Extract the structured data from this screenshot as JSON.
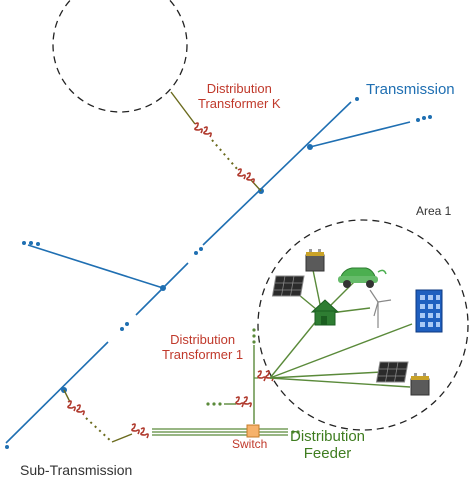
{
  "labels": {
    "transmission": "Transmission",
    "area": "Area 1",
    "transformer_k": "Distribution Transformer K",
    "transformer_k_line1": "Distribution",
    "transformer_k_line2": "Transformer K",
    "transformer_1_line1": "Distribution",
    "transformer_1_line2": "Transformer 1",
    "switch": "Switch",
    "feeder_line1": "Distribution",
    "feeder_line2": "Feeder",
    "sub_transmission": "Sub-Transmission"
  },
  "colors": {
    "transmission_line": "#1f6fb2",
    "transformer": "#b03a2e",
    "feeder": "#5a8a3a",
    "dotted_connector": "#6b6b1e",
    "switch_fill": "#f6b26b",
    "house": "#2e7d32",
    "building": "#1f5fbf",
    "solar_panel": "#2b2b2b",
    "ev": "#4caf50"
  },
  "icons": [
    "transformer-icon",
    "switch-icon",
    "house-icon",
    "solar-panel-icon",
    "battery-icon",
    "electric-vehicle-icon",
    "wind-turbine-icon",
    "building-icon"
  ]
}
